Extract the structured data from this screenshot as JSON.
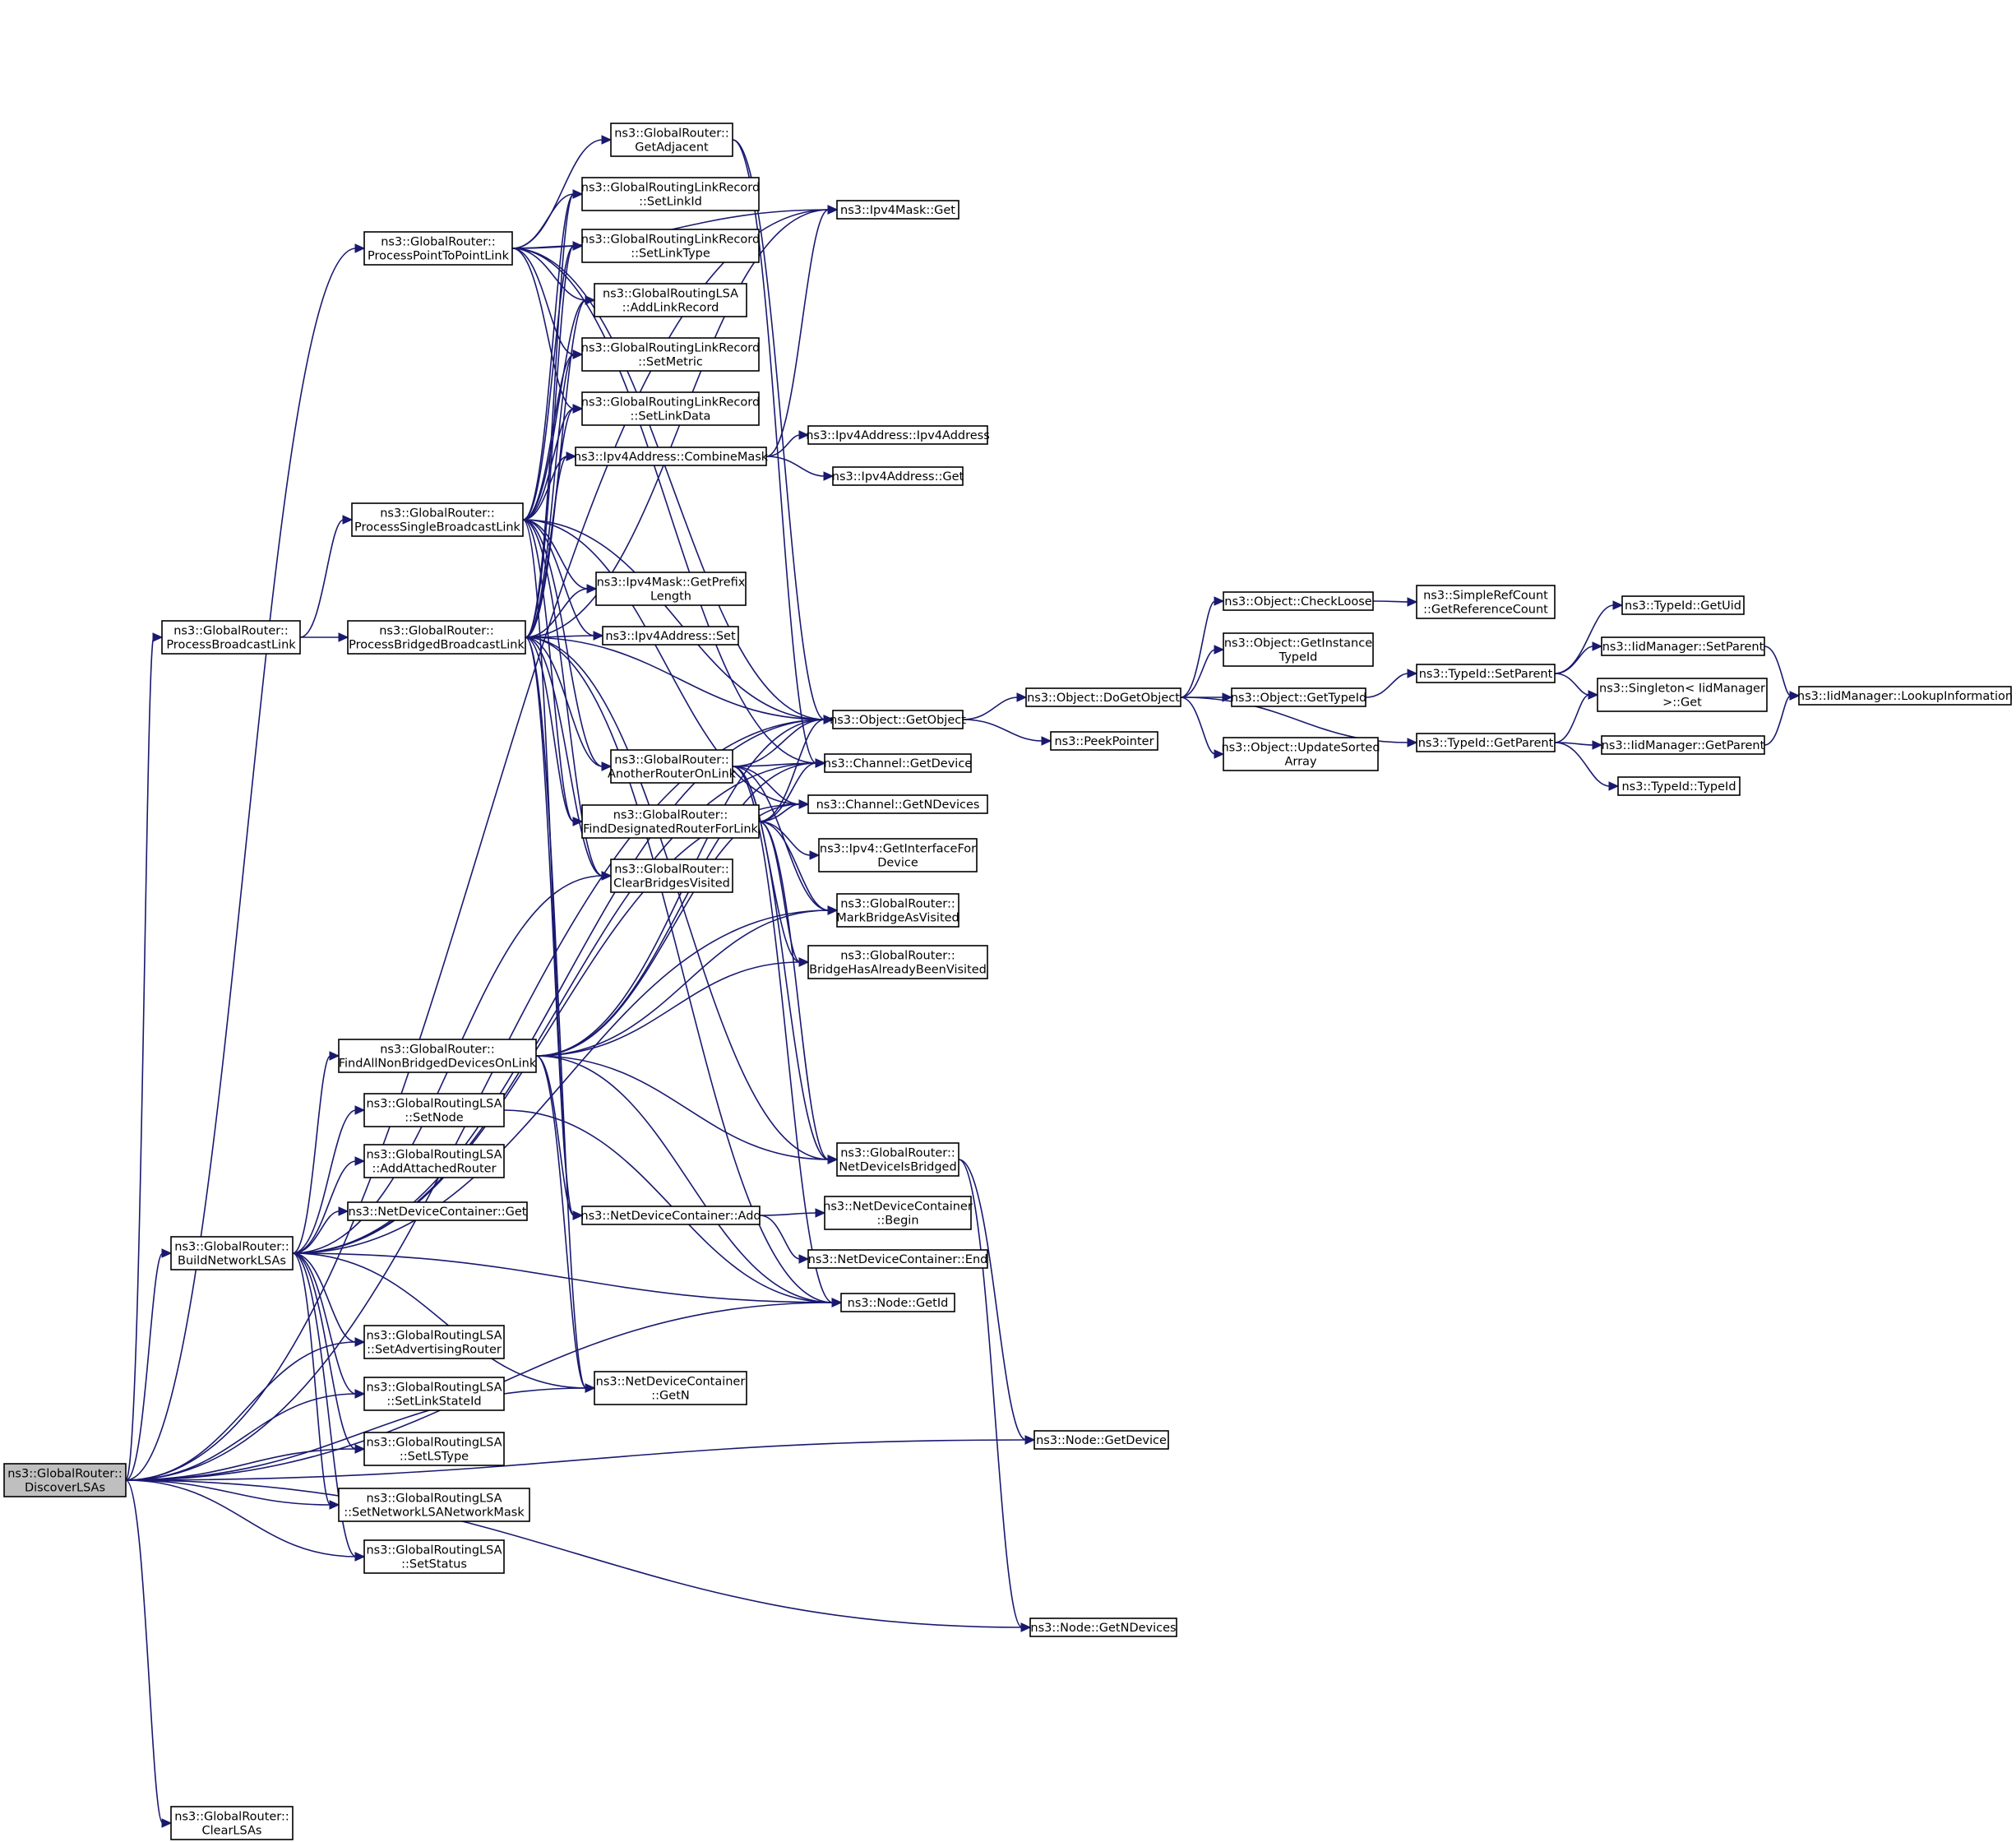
{
  "graph": {
    "nodes": [
      {
        "id": "DiscoverLSAs",
        "label": [
          "ns3::GlobalRouter::",
          "DiscoverLSAs"
        ],
        "root": true
      },
      {
        "id": "ClearLSAs",
        "label": [
          "ns3::GlobalRouter::",
          "ClearLSAs"
        ]
      },
      {
        "id": "ProcessBroadcastLink",
        "label": [
          "ns3::GlobalRouter::",
          "ProcessBroadcastLink"
        ]
      },
      {
        "id": "BuildNetworkLSAs",
        "label": [
          "ns3::GlobalRouter::",
          "BuildNetworkLSAs"
        ]
      },
      {
        "id": "ProcessPointToPointLink",
        "label": [
          "ns3::GlobalRouter::",
          "ProcessPointToPointLink"
        ]
      },
      {
        "id": "ProcessSingleBroadcastLink",
        "label": [
          "ns3::GlobalRouter::",
          "ProcessSingleBroadcastLink"
        ]
      },
      {
        "id": "ProcessBridgedBroadcastLink",
        "label": [
          "ns3::GlobalRouter::",
          "ProcessBridgedBroadcastLink"
        ]
      },
      {
        "id": "FindAllNonBridgedDevicesOnLink",
        "label": [
          "ns3::GlobalRouter::",
          "FindAllNonBridgedDevicesOnLink"
        ]
      },
      {
        "id": "LSA_SetNode",
        "label": [
          "ns3::GlobalRoutingLSA",
          "::SetNode"
        ]
      },
      {
        "id": "LSA_AddAttachedRouter",
        "label": [
          "ns3::GlobalRoutingLSA",
          "::AddAttachedRouter"
        ]
      },
      {
        "id": "NDC_Get",
        "label": [
          "ns3::NetDeviceContainer::Get"
        ]
      },
      {
        "id": "LSA_SetAdvertisingRouter",
        "label": [
          "ns3::GlobalRoutingLSA",
          "::SetAdvertisingRouter"
        ]
      },
      {
        "id": "LSA_SetLinkStateId",
        "label": [
          "ns3::GlobalRoutingLSA",
          "::SetLinkStateId"
        ]
      },
      {
        "id": "LSA_SetLSType",
        "label": [
          "ns3::GlobalRoutingLSA",
          "::SetLSType"
        ]
      },
      {
        "id": "LSA_SetNetworkLSANetworkMask",
        "label": [
          "ns3::GlobalRoutingLSA",
          "::SetNetworkLSANetworkMask"
        ]
      },
      {
        "id": "LSA_SetStatus",
        "label": [
          "ns3::GlobalRoutingLSA",
          "::SetStatus"
        ]
      },
      {
        "id": "GetAdjacent",
        "label": [
          "ns3::GlobalRouter::",
          "GetAdjacent"
        ]
      },
      {
        "id": "LR_SetLinkId",
        "label": [
          "ns3::GlobalRoutingLinkRecord",
          "::SetLinkId"
        ]
      },
      {
        "id": "LR_SetLinkType",
        "label": [
          "ns3::GlobalRoutingLinkRecord",
          "::SetLinkType"
        ]
      },
      {
        "id": "LSA_AddLinkRecord",
        "label": [
          "ns3::GlobalRoutingLSA",
          "::AddLinkRecord"
        ]
      },
      {
        "id": "LR_SetMetric",
        "label": [
          "ns3::GlobalRoutingLinkRecord",
          "::SetMetric"
        ]
      },
      {
        "id": "LR_SetLinkData",
        "label": [
          "ns3::GlobalRoutingLinkRecord",
          "::SetLinkData"
        ]
      },
      {
        "id": "CombineMask",
        "label": [
          "ns3::Ipv4Address::CombineMask"
        ]
      },
      {
        "id": "GetPrefixLength",
        "label": [
          "ns3::Ipv4Mask::GetPrefix",
          "Length"
        ]
      },
      {
        "id": "Ipv4Address_Set",
        "label": [
          "ns3::Ipv4Address::Set"
        ]
      },
      {
        "id": "AnotherRouterOnLink",
        "label": [
          "ns3::GlobalRouter::",
          "AnotherRouterOnLink"
        ]
      },
      {
        "id": "FindDesignatedRouterForLink",
        "label": [
          "ns3::GlobalRouter::",
          "FindDesignatedRouterForLink"
        ]
      },
      {
        "id": "ClearBridgesVisited",
        "label": [
          "ns3::GlobalRouter::",
          "ClearBridgesVisited"
        ]
      },
      {
        "id": "NDC_Add",
        "label": [
          "ns3::NetDeviceContainer::Add"
        ]
      },
      {
        "id": "NDC_GetN",
        "label": [
          "ns3::NetDeviceContainer",
          "::GetN"
        ]
      },
      {
        "id": "Ipv4Mask_Get",
        "label": [
          "ns3::Ipv4Mask::Get"
        ]
      },
      {
        "id": "Ipv4Address_Ipv4Address",
        "label": [
          "ns3::Ipv4Address::Ipv4Address"
        ]
      },
      {
        "id": "Ipv4Address_Get",
        "label": [
          "ns3::Ipv4Address::Get"
        ]
      },
      {
        "id": "Object_GetObject",
        "label": [
          "ns3::Object::GetObject"
        ]
      },
      {
        "id": "Channel_GetDevice",
        "label": [
          "ns3::Channel::GetDevice"
        ]
      },
      {
        "id": "Channel_GetNDevices",
        "label": [
          "ns3::Channel::GetNDevices"
        ]
      },
      {
        "id": "Ipv4_GetInterfaceForDevice",
        "label": [
          "ns3::Ipv4::GetInterfaceFor",
          "Device"
        ]
      },
      {
        "id": "MarkBridgeAsVisited",
        "label": [
          "ns3::GlobalRouter::",
          "MarkBridgeAsVisited"
        ]
      },
      {
        "id": "BridgeHasAlreadyBeenVisited",
        "label": [
          "ns3::GlobalRouter::",
          "BridgeHasAlreadyBeenVisited"
        ]
      },
      {
        "id": "NetDeviceIsBridged",
        "label": [
          "ns3::GlobalRouter::",
          "NetDeviceIsBridged"
        ]
      },
      {
        "id": "NDC_Begin",
        "label": [
          "ns3::NetDeviceContainer",
          "::Begin"
        ]
      },
      {
        "id": "NDC_End",
        "label": [
          "ns3::NetDeviceContainer::End"
        ]
      },
      {
        "id": "Node_GetId",
        "label": [
          "ns3::Node::GetId"
        ]
      },
      {
        "id": "Node_GetDevice",
        "label": [
          "ns3::Node::GetDevice"
        ]
      },
      {
        "id": "Node_GetNDevices",
        "label": [
          "ns3::Node::GetNDevices"
        ]
      },
      {
        "id": "Object_DoGetObject",
        "label": [
          "ns3::Object::DoGetObject"
        ]
      },
      {
        "id": "PeekPointer",
        "label": [
          "ns3::PeekPointer"
        ]
      },
      {
        "id": "Object_CheckLoose",
        "label": [
          "ns3::Object::CheckLoose"
        ]
      },
      {
        "id": "Object_GetInstanceTypeId",
        "label": [
          "ns3::Object::GetInstance",
          "TypeId"
        ]
      },
      {
        "id": "Object_GetTypeId",
        "label": [
          "ns3::Object::GetTypeId"
        ]
      },
      {
        "id": "Object_UpdateSortedArray",
        "label": [
          "ns3::Object::UpdateSorted",
          "Array"
        ]
      },
      {
        "id": "SimpleRefCount_GetReferenceCount",
        "label": [
          "ns3::SimpleRefCount",
          "::GetReferenceCount"
        ]
      },
      {
        "id": "TypeId_SetParent",
        "label": [
          "ns3::TypeId::SetParent"
        ]
      },
      {
        "id": "TypeId_GetParent",
        "label": [
          "ns3::TypeId::GetParent"
        ]
      },
      {
        "id": "TypeId_GetUid",
        "label": [
          "ns3::TypeId::GetUid"
        ]
      },
      {
        "id": "IidManager_SetParent",
        "label": [
          "ns3::IidManager::SetParent"
        ]
      },
      {
        "id": "Singleton_Get",
        "label": [
          "ns3::Singleton< IidManager",
          " >::Get"
        ]
      },
      {
        "id": "IidManager_GetParent",
        "label": [
          "ns3::IidManager::GetParent"
        ]
      },
      {
        "id": "TypeId_TypeId",
        "label": [
          "ns3::TypeId::TypeId"
        ]
      },
      {
        "id": "IidManager_LookupInformation",
        "label": [
          "ns3::IidManager::LookupInformation"
        ]
      }
    ],
    "edges": [
      [
        "DiscoverLSAs",
        "ClearLSAs"
      ],
      [
        "DiscoverLSAs",
        "ProcessBroadcastLink"
      ],
      [
        "DiscoverLSAs",
        "BuildNetworkLSAs"
      ],
      [
        "DiscoverLSAs",
        "ProcessPointToPointLink"
      ],
      [
        "DiscoverLSAs",
        "LSA_SetAdvertisingRouter"
      ],
      [
        "DiscoverLSAs",
        "LSA_SetLinkStateId"
      ],
      [
        "DiscoverLSAs",
        "LSA_SetLSType"
      ],
      [
        "DiscoverLSAs",
        "LSA_SetNetworkLSANetworkMask"
      ],
      [
        "DiscoverLSAs",
        "LSA_SetStatus"
      ],
      [
        "DiscoverLSAs",
        "NDC_GetN"
      ],
      [
        "DiscoverLSAs",
        "Object_GetObject"
      ],
      [
        "DiscoverLSAs",
        "Ipv4Mask_Get"
      ],
      [
        "DiscoverLSAs",
        "Node_GetId"
      ],
      [
        "DiscoverLSAs",
        "Node_GetDevice"
      ],
      [
        "DiscoverLSAs",
        "Node_GetNDevices"
      ],
      [
        "ProcessBroadcastLink",
        "ProcessSingleBroadcastLink"
      ],
      [
        "ProcessBroadcastLink",
        "ProcessBridgedBroadcastLink"
      ],
      [
        "ProcessPointToPointLink",
        "GetAdjacent"
      ],
      [
        "ProcessPointToPointLink",
        "LR_SetLinkId"
      ],
      [
        "ProcessPointToPointLink",
        "LR_SetLinkType"
      ],
      [
        "ProcessPointToPointLink",
        "LSA_AddLinkRecord"
      ],
      [
        "ProcessPointToPointLink",
        "LR_SetMetric"
      ],
      [
        "ProcessPointToPointLink",
        "LR_SetLinkData"
      ],
      [
        "ProcessPointToPointLink",
        "Ipv4Mask_Get"
      ],
      [
        "ProcessPointToPointLink",
        "Object_GetObject"
      ],
      [
        "ProcessPointToPointLink",
        "Channel_GetDevice"
      ],
      [
        "ProcessSingleBroadcastLink",
        "LR_SetLinkId"
      ],
      [
        "ProcessSingleBroadcastLink",
        "LR_SetLinkType"
      ],
      [
        "ProcessSingleBroadcastLink",
        "LSA_AddLinkRecord"
      ],
      [
        "ProcessSingleBroadcastLink",
        "LR_SetMetric"
      ],
      [
        "ProcessSingleBroadcastLink",
        "LR_SetLinkData"
      ],
      [
        "ProcessSingleBroadcastLink",
        "CombineMask"
      ],
      [
        "ProcessSingleBroadcastLink",
        "GetPrefixLength"
      ],
      [
        "ProcessSingleBroadcastLink",
        "Ipv4Address_Set"
      ],
      [
        "ProcessSingleBroadcastLink",
        "AnotherRouterOnLink"
      ],
      [
        "ProcessSingleBroadcastLink",
        "FindDesignatedRouterForLink"
      ],
      [
        "ProcessSingleBroadcastLink",
        "ClearBridgesVisited"
      ],
      [
        "ProcessSingleBroadcastLink",
        "Object_GetObject"
      ],
      [
        "ProcessSingleBroadcastLink",
        "Channel_GetNDevices"
      ],
      [
        "ProcessSingleBroadcastLink",
        "NDC_Add"
      ],
      [
        "ProcessBridgedBroadcastLink",
        "LR_SetLinkId"
      ],
      [
        "ProcessBridgedBroadcastLink",
        "LR_SetLinkType"
      ],
      [
        "ProcessBridgedBroadcastLink",
        "LSA_AddLinkRecord"
      ],
      [
        "ProcessBridgedBroadcastLink",
        "LR_SetMetric"
      ],
      [
        "ProcessBridgedBroadcastLink",
        "LR_SetLinkData"
      ],
      [
        "ProcessBridgedBroadcastLink",
        "CombineMask"
      ],
      [
        "ProcessBridgedBroadcastLink",
        "GetPrefixLength"
      ],
      [
        "ProcessBridgedBroadcastLink",
        "Ipv4Address_Set"
      ],
      [
        "ProcessBridgedBroadcastLink",
        "AnotherRouterOnLink"
      ],
      [
        "ProcessBridgedBroadcastLink",
        "FindDesignatedRouterForLink"
      ],
      [
        "ProcessBridgedBroadcastLink",
        "ClearBridgesVisited"
      ],
      [
        "ProcessBridgedBroadcastLink",
        "Object_GetObject"
      ],
      [
        "ProcessBridgedBroadcastLink",
        "NDC_Add"
      ],
      [
        "ProcessBridgedBroadcastLink",
        "NDC_GetN"
      ],
      [
        "ProcessBridgedBroadcastLink",
        "Node_GetId"
      ],
      [
        "ProcessBridgedBroadcastLink",
        "Ipv4Mask_Get"
      ],
      [
        "ProcessBridgedBroadcastLink",
        "NetDeviceIsBridged"
      ],
      [
        "BuildNetworkLSAs",
        "FindAllNonBridgedDevicesOnLink"
      ],
      [
        "BuildNetworkLSAs",
        "LSA_SetNode"
      ],
      [
        "BuildNetworkLSAs",
        "LSA_AddAttachedRouter"
      ],
      [
        "BuildNetworkLSAs",
        "NDC_Get"
      ],
      [
        "BuildNetworkLSAs",
        "LSA_SetAdvertisingRouter"
      ],
      [
        "BuildNetworkLSAs",
        "LSA_SetLinkStateId"
      ],
      [
        "BuildNetworkLSAs",
        "LSA_SetLSType"
      ],
      [
        "BuildNetworkLSAs",
        "LSA_SetNetworkLSANetworkMask"
      ],
      [
        "BuildNetworkLSAs",
        "LSA_SetStatus"
      ],
      [
        "BuildNetworkLSAs",
        "ClearBridgesVisited"
      ],
      [
        "BuildNetworkLSAs",
        "Object_GetObject"
      ],
      [
        "BuildNetworkLSAs",
        "Channel_GetDevice"
      ],
      [
        "BuildNetworkLSAs",
        "Channel_GetNDevices"
      ],
      [
        "BuildNetworkLSAs",
        "MarkBridgeAsVisited"
      ],
      [
        "BuildNetworkLSAs",
        "NDC_GetN"
      ],
      [
        "BuildNetworkLSAs",
        "Node_GetId"
      ],
      [
        "FindAllNonBridgedDevicesOnLink",
        "Object_GetObject"
      ],
      [
        "FindAllNonBridgedDevicesOnLink",
        "Channel_GetDevice"
      ],
      [
        "FindAllNonBridgedDevicesOnLink",
        "Channel_GetNDevices"
      ],
      [
        "FindAllNonBridgedDevicesOnLink",
        "MarkBridgeAsVisited"
      ],
      [
        "FindAllNonBridgedDevicesOnLink",
        "BridgeHasAlreadyBeenVisited"
      ],
      [
        "FindAllNonBridgedDevicesOnLink",
        "NetDeviceIsBridged"
      ],
      [
        "FindAllNonBridgedDevicesOnLink",
        "NDC_Add"
      ],
      [
        "FindAllNonBridgedDevicesOnLink",
        "NDC_GetN"
      ],
      [
        "FindAllNonBridgedDevicesOnLink",
        "Node_GetId"
      ],
      [
        "LSA_SetNode",
        "Node_GetId"
      ],
      [
        "GetAdjacent",
        "Object_GetObject"
      ],
      [
        "GetAdjacent",
        "Channel_GetDevice"
      ],
      [
        "CombineMask",
        "Ipv4Address_Ipv4Address"
      ],
      [
        "CombineMask",
        "Ipv4Address_Get"
      ],
      [
        "CombineMask",
        "Ipv4Mask_Get"
      ],
      [
        "AnotherRouterOnLink",
        "Object_GetObject"
      ],
      [
        "AnotherRouterOnLink",
        "Channel_GetDevice"
      ],
      [
        "AnotherRouterOnLink",
        "Channel_GetNDevices"
      ],
      [
        "AnotherRouterOnLink",
        "MarkBridgeAsVisited"
      ],
      [
        "AnotherRouterOnLink",
        "BridgeHasAlreadyBeenVisited"
      ],
      [
        "AnotherRouterOnLink",
        "NetDeviceIsBridged"
      ],
      [
        "AnotherRouterOnLink",
        "Node_GetId"
      ],
      [
        "FindDesignatedRouterForLink",
        "Object_GetObject"
      ],
      [
        "FindDesignatedRouterForLink",
        "Channel_GetDevice"
      ],
      [
        "FindDesignatedRouterForLink",
        "Channel_GetNDevices"
      ],
      [
        "FindDesignatedRouterForLink",
        "Ipv4_GetInterfaceForDevice"
      ],
      [
        "FindDesignatedRouterForLink",
        "MarkBridgeAsVisited"
      ],
      [
        "FindDesignatedRouterForLink",
        "BridgeHasAlreadyBeenVisited"
      ],
      [
        "FindDesignatedRouterForLink",
        "NetDeviceIsBridged"
      ],
      [
        "NDC_Add",
        "NDC_Begin"
      ],
      [
        "NDC_Add",
        "NDC_End"
      ],
      [
        "NetDeviceIsBridged",
        "Node_GetDevice"
      ],
      [
        "NetDeviceIsBridged",
        "Node_GetNDevices"
      ],
      [
        "Object_GetObject",
        "Object_DoGetObject"
      ],
      [
        "Object_GetObject",
        "PeekPointer"
      ],
      [
        "Object_DoGetObject",
        "Object_CheckLoose"
      ],
      [
        "Object_DoGetObject",
        "Object_GetInstanceTypeId"
      ],
      [
        "Object_DoGetObject",
        "Object_GetTypeId"
      ],
      [
        "Object_DoGetObject",
        "Object_UpdateSortedArray"
      ],
      [
        "Object_DoGetObject",
        "TypeId_GetParent"
      ],
      [
        "Object_CheckLoose",
        "SimpleRefCount_GetReferenceCount"
      ],
      [
        "Object_GetTypeId",
        "TypeId_SetParent"
      ],
      [
        "TypeId_SetParent",
        "TypeId_GetUid"
      ],
      [
        "TypeId_SetParent",
        "IidManager_SetParent"
      ],
      [
        "TypeId_SetParent",
        "Singleton_Get"
      ],
      [
        "TypeId_GetParent",
        "Singleton_Get"
      ],
      [
        "TypeId_GetParent",
        "IidManager_GetParent"
      ],
      [
        "TypeId_GetParent",
        "TypeId_TypeId"
      ],
      [
        "IidManager_SetParent",
        "IidManager_LookupInformation"
      ],
      [
        "IidManager_GetParent",
        "IidManager_LookupInformation"
      ]
    ]
  },
  "colors": {
    "edge": "#191970",
    "root_fill": "#bfbfbf",
    "node_fill": "#ffffff",
    "node_border": "#000000"
  }
}
